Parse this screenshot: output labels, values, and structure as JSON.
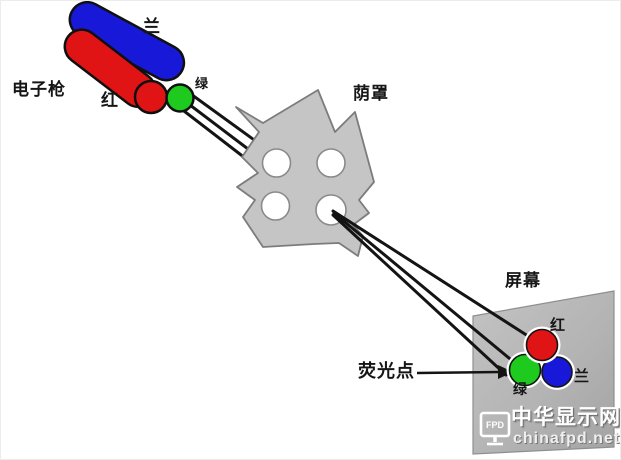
{
  "labels": {
    "electron_gun": "电子枪",
    "gun_blue": "兰",
    "gun_red": "红",
    "gun_green": "绿",
    "shadow_mask": "荫罩",
    "screen": "屏幕",
    "dot_red": "红",
    "dot_blue": "兰",
    "dot_green": "绿",
    "phosphor_dot": "荧光点"
  },
  "watermark": {
    "logo_text": "FPD",
    "site_name": "中华显示网",
    "site_url": "chinafpd.net"
  },
  "colors": {
    "red": "#e01414",
    "green": "#1dca1d",
    "blue": "#1818d8",
    "beam": "#141414",
    "mask_gray": "#c5c5c5",
    "screen_gray": "#b6b6b6",
    "hole_white": "#ffffff"
  }
}
